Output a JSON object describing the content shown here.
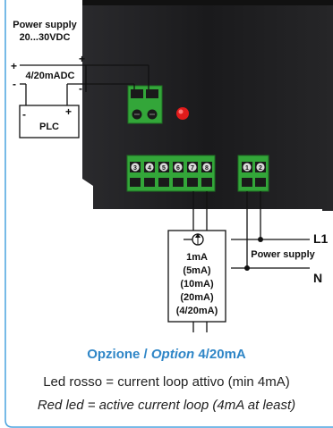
{
  "power_supply_box": {
    "title_line1": "Power supply",
    "title_line2": "20...30VDC"
  },
  "loop": {
    "plus": "+",
    "minus": "-",
    "signal_label": "4/20mADC",
    "plc_label": "PLC",
    "plc_minus": "-",
    "plc_plus": "+"
  },
  "terminal_block_left": [
    "3",
    "4",
    "5",
    "6",
    "7",
    "8"
  ],
  "terminal_block_right": [
    "1",
    "2"
  ],
  "meter_box": {
    "ranges": [
      "1mA",
      "(5mA)",
      "(10mA)",
      "(20mA)",
      "(4/20mA)"
    ]
  },
  "mains": {
    "l1": "L1",
    "n": "N",
    "label": "Power supply"
  },
  "caption": {
    "title_a": "Opzione / ",
    "title_b": "Option",
    "title_c": " 4/20mA",
    "line1": "Led rosso = current loop attivo (min 4mA)",
    "line2": "Red led = active current loop (4mA at least)"
  },
  "colors": {
    "device_body": "#1d1d1f",
    "terminal_green": "#33a639",
    "led_red": "#e11b1b",
    "accent_blue": "#2f86c7",
    "frame_blue": "#4aa3df"
  }
}
